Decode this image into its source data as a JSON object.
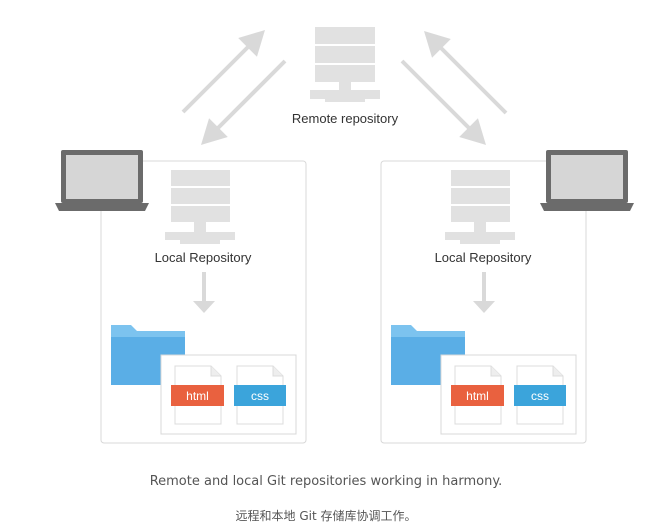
{
  "remote": {
    "label": "Remote repository"
  },
  "local_left": {
    "label": "Local Repository",
    "file1": "html",
    "file2": "css"
  },
  "local_right": {
    "label": "Local Repository",
    "file1": "html",
    "file2": "css"
  },
  "caption": {
    "english": "Remote and local Git repositories working in harmony.",
    "chinese": "远程和本地 Git 存储库协调工作。"
  },
  "colors": {
    "arrow": "#d9d9d9",
    "server": "#e1e1e1",
    "panel_border": "#d8d8d8",
    "laptop_body": "#6b6b6b",
    "laptop_screen": "#d6d6d6",
    "folder": "#5aaee6",
    "folder_tab": "#7cc3ef",
    "html_tag": "#e9613f",
    "css_tag": "#3ba4db",
    "label_text": "#333333",
    "caption_text": "#555555"
  },
  "icons": [
    "server-icon",
    "laptop-icon",
    "folder-icon",
    "file-icon",
    "arrow-icon"
  ]
}
